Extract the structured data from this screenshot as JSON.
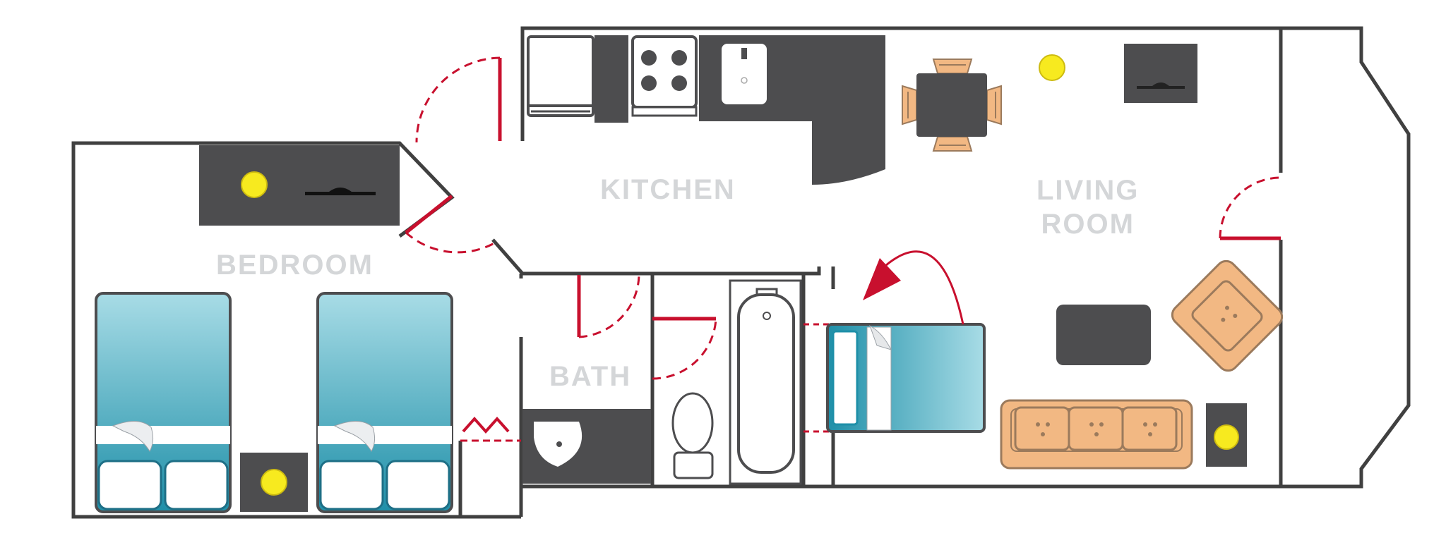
{
  "rooms": {
    "kitchen": "KITCHEN",
    "living": [
      "LIVING",
      "ROOM"
    ],
    "bedroom": "BEDROOM",
    "bath": "BATH"
  },
  "colors": {
    "wall": "#404040",
    "fixture_dark": "#4d4d4f",
    "door": "#c8102e",
    "bed_teal": "#1e8fa8",
    "bed_light": "#a8dce6",
    "wood": "#f2b883",
    "wood_dark": "#9b7a5c",
    "lamp": "#f7ea1f",
    "label": "#d4d6d8"
  },
  "icons": [
    "fridge-icon",
    "stove-icon",
    "sink-icon",
    "tv-icon",
    "lamp-icon",
    "bed-icon",
    "sofa-icon",
    "armchair-icon",
    "bathtub-icon",
    "toilet-icon",
    "dining-table-icon",
    "coffee-table-icon",
    "fold-arrow-icon"
  ]
}
